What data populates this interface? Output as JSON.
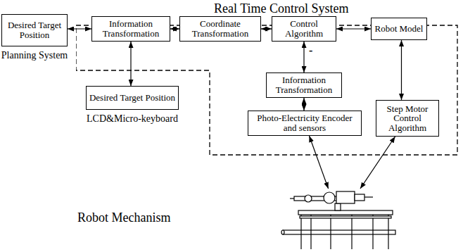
{
  "diagram": {
    "nodes": [
      {
        "text": [
          "Desired Target Position",
          "Planning System"
        ]
      },
      {
        "text": [
          "Real Time Control System"
        ]
      },
      {
        "text": [
          "Information Transformation"
        ],
        "in": 1
      },
      {
        "text": [
          "Coordinate Transformation"
        ],
        "in": 1
      },
      {
        "text": [
          "Control Algorithm"
        ],
        "in": 1
      },
      {
        "text": [
          "Robot Model"
        ],
        "in": 1
      },
      {
        "text": [
          "Desired Target Position",
          "LCD&Micro-keyboard"
        ]
      },
      {
        "text": [
          "Information Transformation"
        ],
        "in": 1
      },
      {
        "text": [
          "Photo-Electricity Encoder and sensors"
        ],
        "in": 1
      },
      {
        "text": [
          "Step Motor Control Algorithm"
        ],
        "in": 1
      },
      {
        "text": [
          "Robot Mechanism"
        ]
      }
    ],
    "edges": [
      {
        "from": 0,
        "to": 2,
        "arrow": "both"
      },
      {
        "from": 2,
        "to": 3,
        "arrow": "both"
      },
      {
        "from": 3,
        "to": 4,
        "arrow": "both"
      },
      {
        "from": 4,
        "to": 5,
        "arrow": "both"
      },
      {
        "from": 2,
        "to": 6,
        "arrow": "both"
      },
      {
        "from": 7,
        "to": 4,
        "arrow": "both",
        "label": "-"
      },
      {
        "from": 7,
        "to": 8,
        "arrow": "both"
      },
      {
        "from": 5,
        "to": 9,
        "arrow": "both"
      },
      {
        "from": 8,
        "to": 10,
        "arrow": "both"
      },
      {
        "from": 9,
        "to": 10,
        "arrow": "both"
      }
    ]
  }
}
